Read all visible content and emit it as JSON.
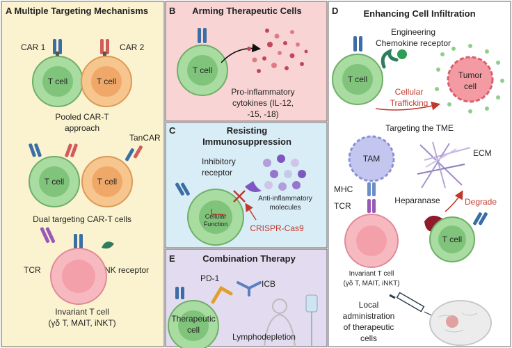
{
  "panels": {
    "a": {
      "title": "A Multiple Targeting Mechanisms",
      "car1": "CAR 1",
      "car2": "CAR 2",
      "tcell": "T cell",
      "pooled_line1": "Pooled CAR-T",
      "pooled_line2": "approach",
      "tancar": "TanCAR",
      "dual": "Dual targeting CAR-T cells",
      "tcr": "TCR",
      "nk": "NK receptor",
      "invariant_line1": "Invariant T cell",
      "invariant_line2": "(γδ T, MAIT, iNKT)"
    },
    "b": {
      "title": "B",
      "heading": "Arming Therapeutic Cells",
      "tcell": "T cell",
      "cyto_line1": "Pro-inflammatory",
      "cyto_line2": "cytokines (IL-12,",
      "cyto_line3": "-15, -18)"
    },
    "c": {
      "title": "C",
      "heading_line1": "Resisting",
      "heading_line2": "Immunosuppression",
      "inhib_line1": "Inhibitory",
      "inhib_line2": "receptor",
      "cell_line1": "Cellular",
      "cell_line2": "Function",
      "anti_line1": "Anti-inflammatory",
      "anti_line2": "molecules",
      "crispr": "CRISPR-Cas9"
    },
    "d": {
      "title": "D",
      "heading": "Enhancing Cell Infiltration",
      "eng_line1": "Engineering",
      "eng_line2": "Chemokine receptor",
      "tcell": "T cell",
      "tumor_line1": "Tumor",
      "tumor_line2": "cell",
      "traf_line1": "Cellular",
      "traf_line2": "Trafficking",
      "tme": "Targeting the TME",
      "tam": "TAM",
      "ecm": "ECM",
      "mhc": "MHC",
      "tcr": "TCR",
      "heparanase": "Heparanase",
      "degrade": "Degrade",
      "tcell2": "T cell",
      "inv_line1": "Invariant T cell",
      "inv_line2": "(γδ T, MAIT, iNKT)",
      "local_line1": "Local",
      "local_line2": "administration",
      "local_line3": "of therapeutic",
      "local_line4": "cells"
    },
    "e": {
      "title": "E",
      "heading": "Combination Therapy",
      "pd1": "PD-1",
      "icb": "ICB",
      "ther_line1": "Therapeutic",
      "ther_line2": "cell",
      "lympho": "Lymphodepletion"
    }
  },
  "colors": {
    "panel_a_bg": "#fbf3cf",
    "panel_b_bg": "#f9d4d4",
    "panel_c_bg": "#d9edf7",
    "panel_e_bg": "#e3dcf0",
    "tcell_green": "#a8dca1",
    "tcell_orange": "#f7c58e",
    "invariant_pink": "#f7b9c0",
    "accent_red": "#c0392b"
  }
}
